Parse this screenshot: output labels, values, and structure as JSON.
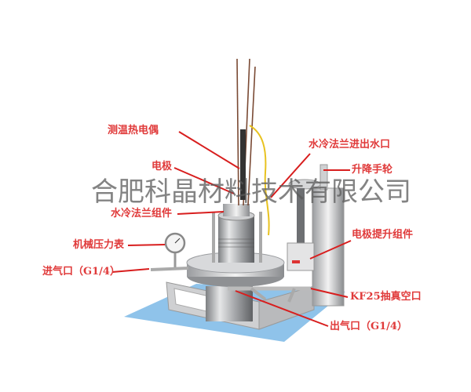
{
  "watermark": "合肥科晶材料技术有限公司",
  "labels": {
    "thermocouple": "测温热电偶",
    "electrode": "电极",
    "cooling_flange": "水冷法兰组件",
    "cooling_water_port": "水冷法兰进出水口",
    "lift_handwheel": "升降手轮",
    "electrode_lift": "电极提升组件",
    "pressure_gauge": "机械压力表",
    "gas_inlet": "进气口（G1/4）",
    "vacuum_port": "KF25抽真空口",
    "gas_outlet": "出气口（G1/4）"
  },
  "colors": {
    "label": "#e03a3a",
    "leader": "#d81e1e",
    "mat": "#8fc3ea"
  }
}
